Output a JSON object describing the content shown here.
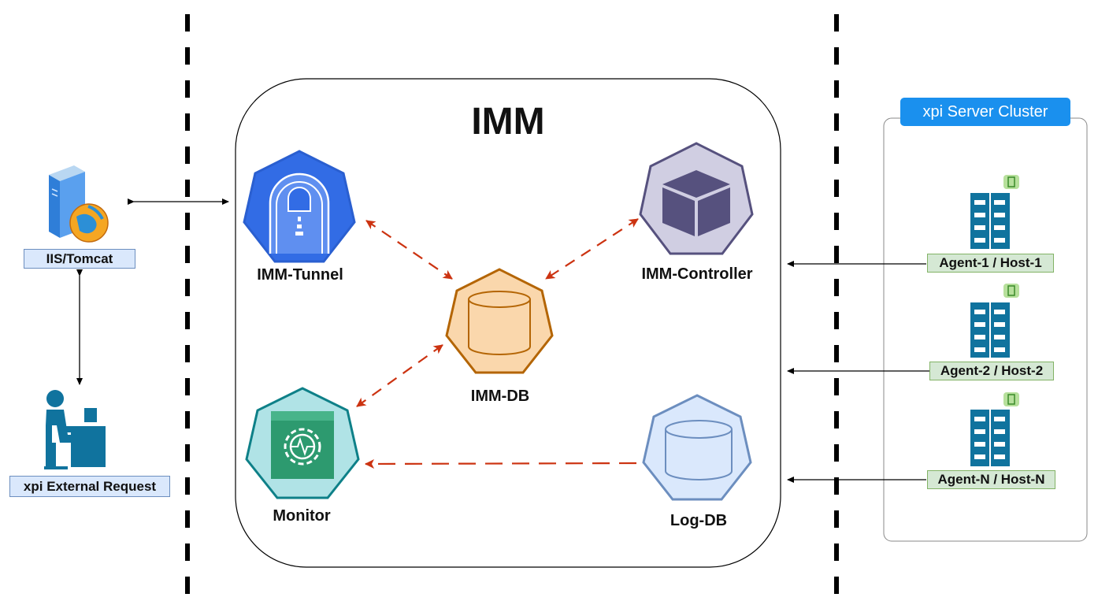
{
  "diagram": {
    "title": "IMM",
    "nodes": {
      "tunnel": "IMM-Tunnel",
      "controller": "IMM-Controller",
      "db": "IMM-DB",
      "monitor": "Monitor",
      "logdb": "Log-DB"
    },
    "external": {
      "server_label": "IIS/Tomcat",
      "request_label": "xpi External Request"
    },
    "cluster": {
      "title": "xpi Server Cluster",
      "agents": [
        "Agent-1 / Host-1",
        "Agent-2 / Host-2",
        "Agent-N / Host-N"
      ]
    },
    "colors": {
      "tunnel": "#326ce5",
      "controller": "#d0cee2",
      "db": "#fad7ac",
      "monitor": "#b0e3e6",
      "logdb": "#dae8fc",
      "dashed_arrow": "#cc3311",
      "cluster_title_bg": "#1a90ee",
      "server_icon": "#10739e"
    },
    "icons": [
      "server-globe-icon",
      "person-at-desk-icon",
      "server-rack-icon",
      "tunnel-icon",
      "cube-icon",
      "cylinder-db-icon",
      "gear-monitor-icon"
    ]
  }
}
